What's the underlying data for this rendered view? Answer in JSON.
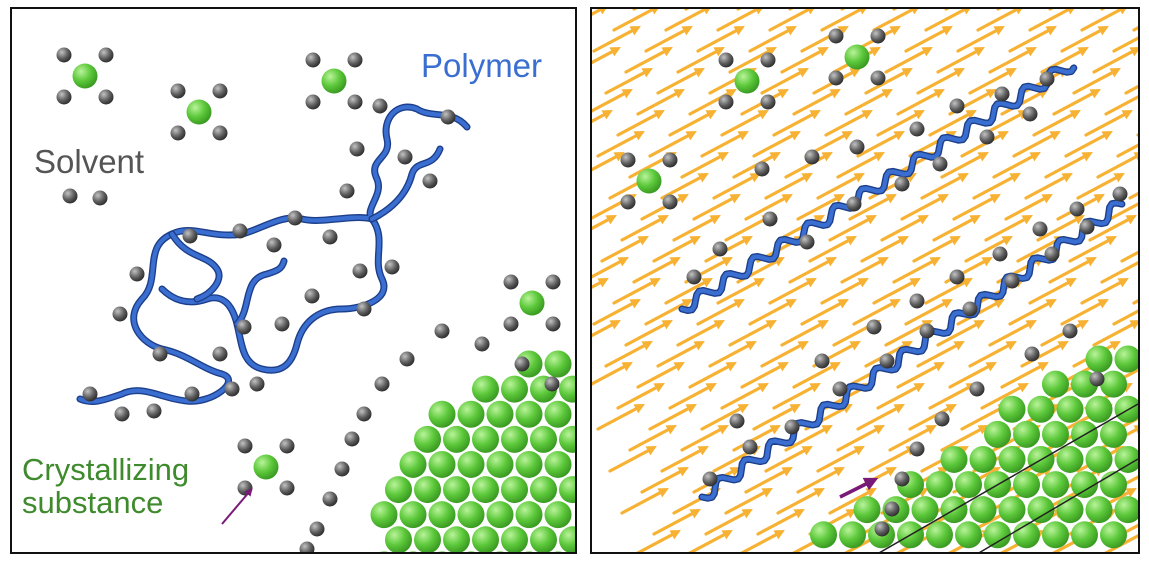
{
  "labels": {
    "polymer": "Polymer",
    "solvent": "Solvent",
    "crystallizing_line1": "Crystallizing",
    "crystallizing_line2": "substance"
  },
  "colors": {
    "polymer": "#3a6fd1",
    "solvent_text": "#555555",
    "solvent_particle": "#5e5e5e",
    "crystal_text": "#3f8a2c",
    "crystal_particle": "#5cc83a",
    "flow_arrow": "#f7b233",
    "indicator_arrow": "#7a1a78"
  },
  "icons": [
    "solvent-particle",
    "solute-particle",
    "flow-arrow",
    "indicator-arrow"
  ]
}
